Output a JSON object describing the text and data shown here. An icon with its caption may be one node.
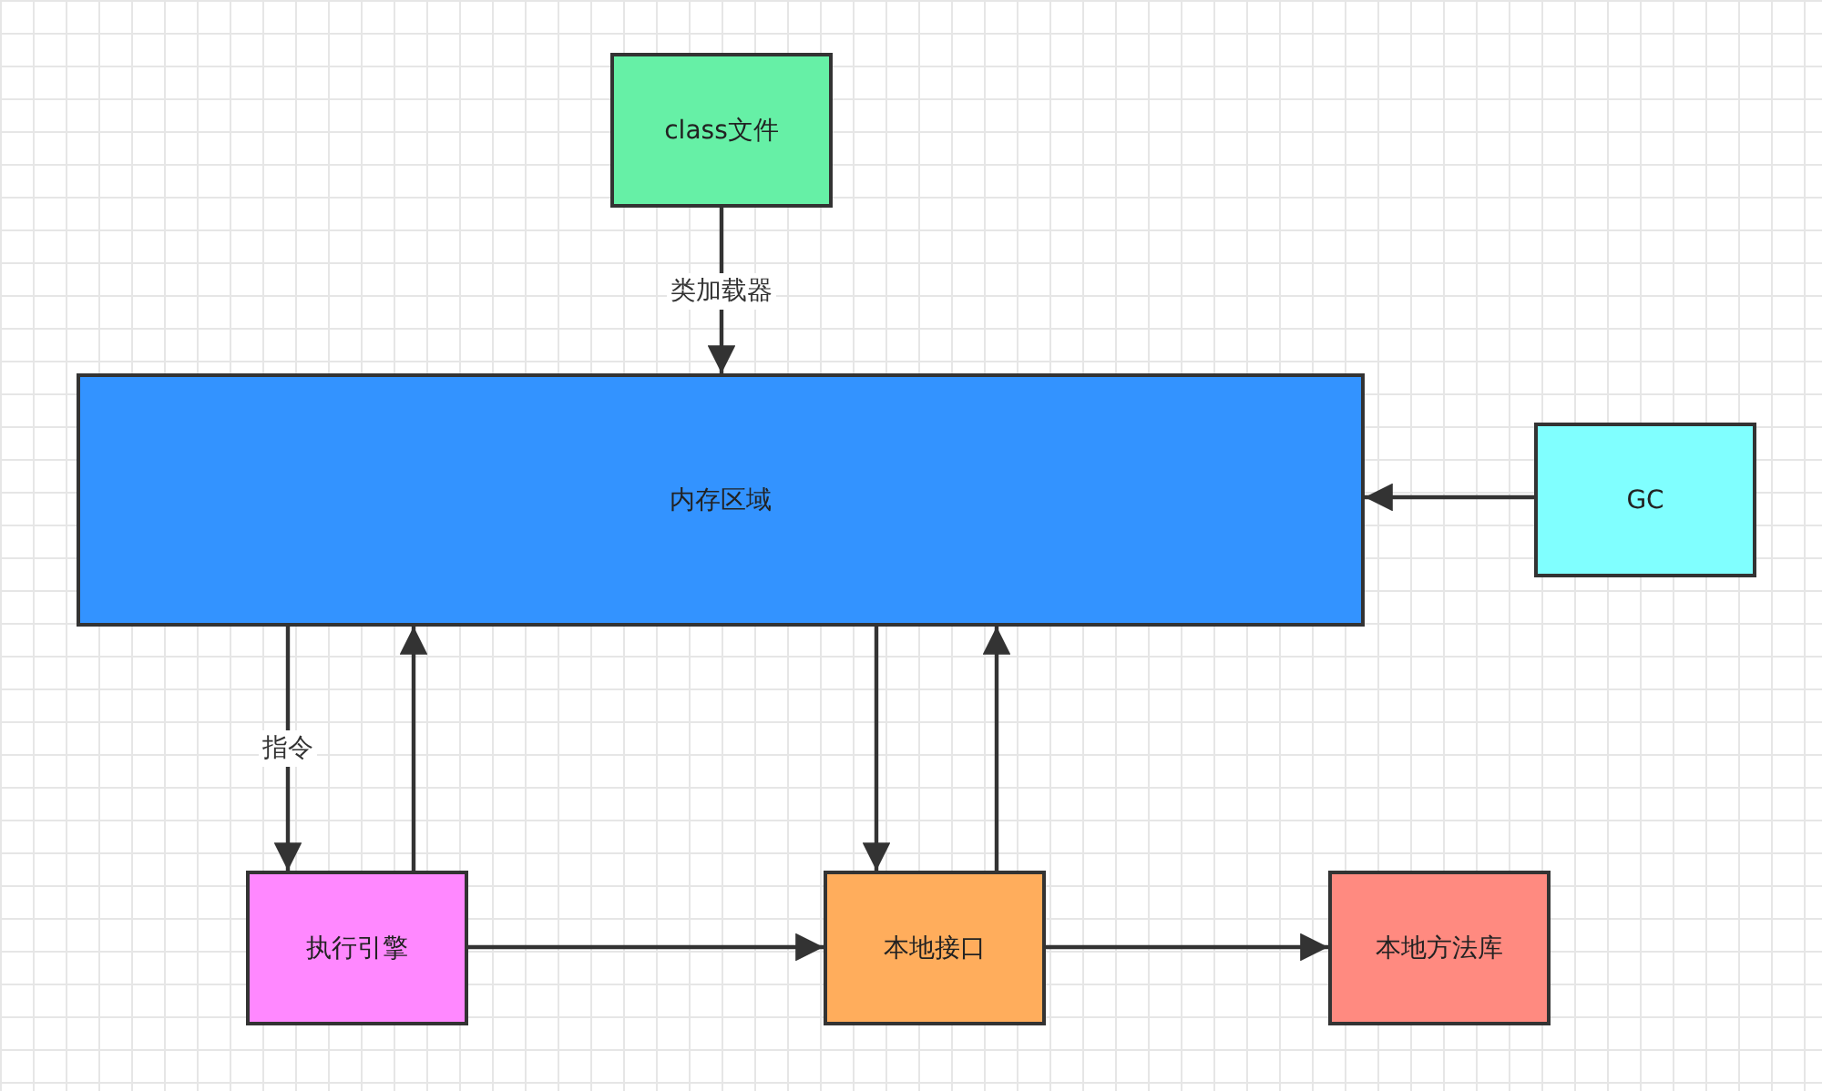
{
  "diagram": {
    "nodes": [
      {
        "text": [
          "class文件"
        ]
      },
      {
        "text": [
          "内存区域"
        ]
      },
      {
        "text": [
          "GC"
        ]
      },
      {
        "text": [
          "执行引擎"
        ]
      },
      {
        "text": [
          "本地接口"
        ]
      },
      {
        "text": [
          "本地方法库"
        ]
      }
    ],
    "edges": [
      {
        "from": 0,
        "to": 1,
        "arrow": "to",
        "label": "类加载器"
      },
      {
        "from": 2,
        "to": 1,
        "arrow": "to"
      },
      {
        "from": 1,
        "to": 3,
        "arrow": "to",
        "label": "指令"
      },
      {
        "from": 3,
        "to": 1,
        "arrow": "to"
      },
      {
        "from": 1,
        "to": 4,
        "arrow": "to"
      },
      {
        "from": 4,
        "to": 1,
        "arrow": "to"
      },
      {
        "from": 3,
        "to": 4,
        "arrow": "to"
      },
      {
        "from": 4,
        "to": 5,
        "arrow": "to"
      }
    ]
  }
}
